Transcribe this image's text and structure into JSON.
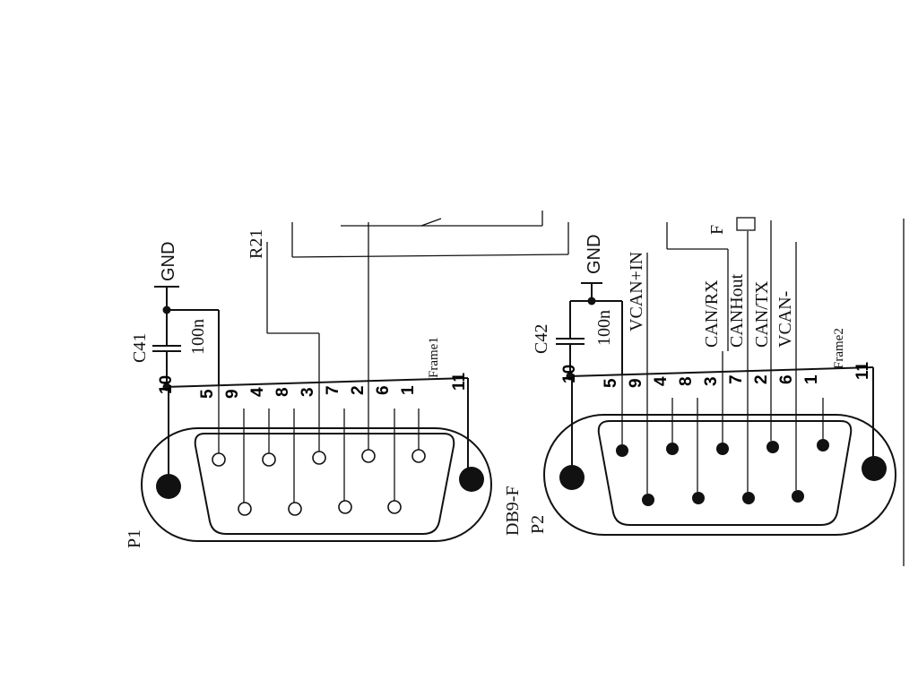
{
  "connector_p1": {
    "designator": "P1",
    "part": "DB9-F",
    "frame_label": "Frame1",
    "cap_name": "C41",
    "cap_value": "100n",
    "gnd_label": "GND",
    "resistor_label": "R21",
    "pin_numbers": [
      "10",
      "5",
      "9",
      "4",
      "8",
      "3",
      "7",
      "2",
      "6",
      "1",
      "11"
    ]
  },
  "connector_p2": {
    "designator": "P2",
    "frame_label": "Frame2",
    "cap_name": "C42",
    "cap_value": "100n",
    "gnd_label": "GND",
    "pin_numbers": [
      "10",
      "5",
      "9",
      "4",
      "8",
      "3",
      "7",
      "2",
      "6",
      "1",
      "11"
    ],
    "net_labels": [
      "VCAN+IN",
      "CAN/RX",
      "CANHout",
      "CAN/TX",
      "VCAN-"
    ],
    "edge_label": "F"
  }
}
